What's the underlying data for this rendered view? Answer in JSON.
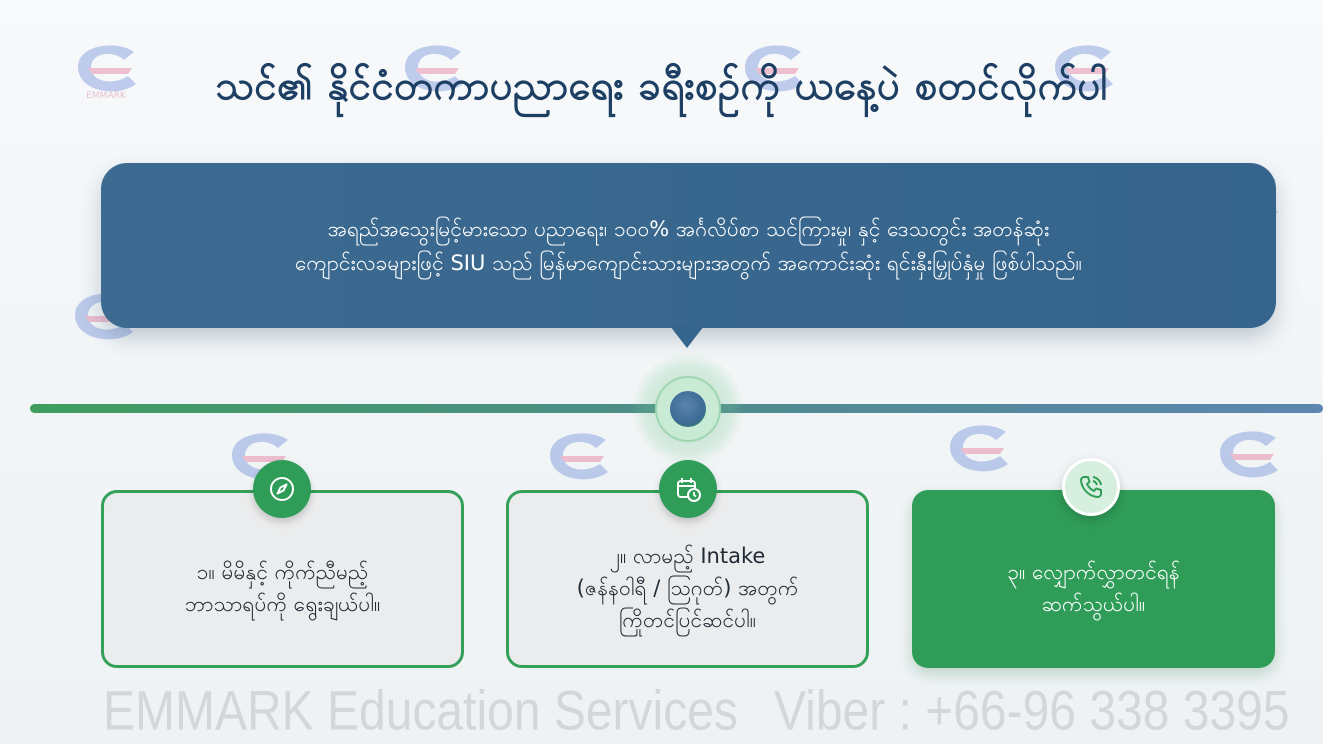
{
  "title": "သင်၏ နိုင်ငံတကာပညာရေး ခရီးစဉ်ကို ယနေ့ပဲ စတင်လိုက်ပါ",
  "banner": {
    "line1": "အရည်အသွေးမြင့်မားသော ပညာရေး၊ ၁၀၀% အင်္ဂလိပ်စာ သင်ကြားမှု၊ နှင့် ဒေသတွင်း အတန်ဆုံး",
    "line2": "ကျောင်းလခများဖြင့် SIU သည် မြန်မာကျောင်းသားများအတွက် အကောင်းဆုံး ရင်းနှီးမြှုပ်နှံမှု ဖြစ်ပါသည်။"
  },
  "steps": [
    {
      "icon": "compass-icon",
      "line1": "၁။ မိမိနှင့် ကိုက်ညီမည့်",
      "line2": "ဘာသာရပ်ကို ရွေးချယ်ပါ။",
      "line3": ""
    },
    {
      "icon": "calendar-clock-icon",
      "line1": "၂။ လာမည့် Intake",
      "line2": "(ဇန်နဝါရီ / ဩဂုတ်) အတွက်",
      "line3": "ကြိုတင်ပြင်ဆင်ပါ။"
    },
    {
      "icon": "phone-icon",
      "line1": "၃။ လျှောက်လွှာတင်ရန်",
      "line2": "ဆက်သွယ်ပါ။",
      "line3": ""
    }
  ],
  "watermark": {
    "logo_text": "EMMARK",
    "company": "EMMARK Education Services",
    "viber": "Viber :  +66-96 338 3395"
  },
  "colors": {
    "title": "#1d3f63",
    "banner": "#35648c",
    "accent_green": "#2f9d58",
    "card_border": "#34a05a"
  }
}
